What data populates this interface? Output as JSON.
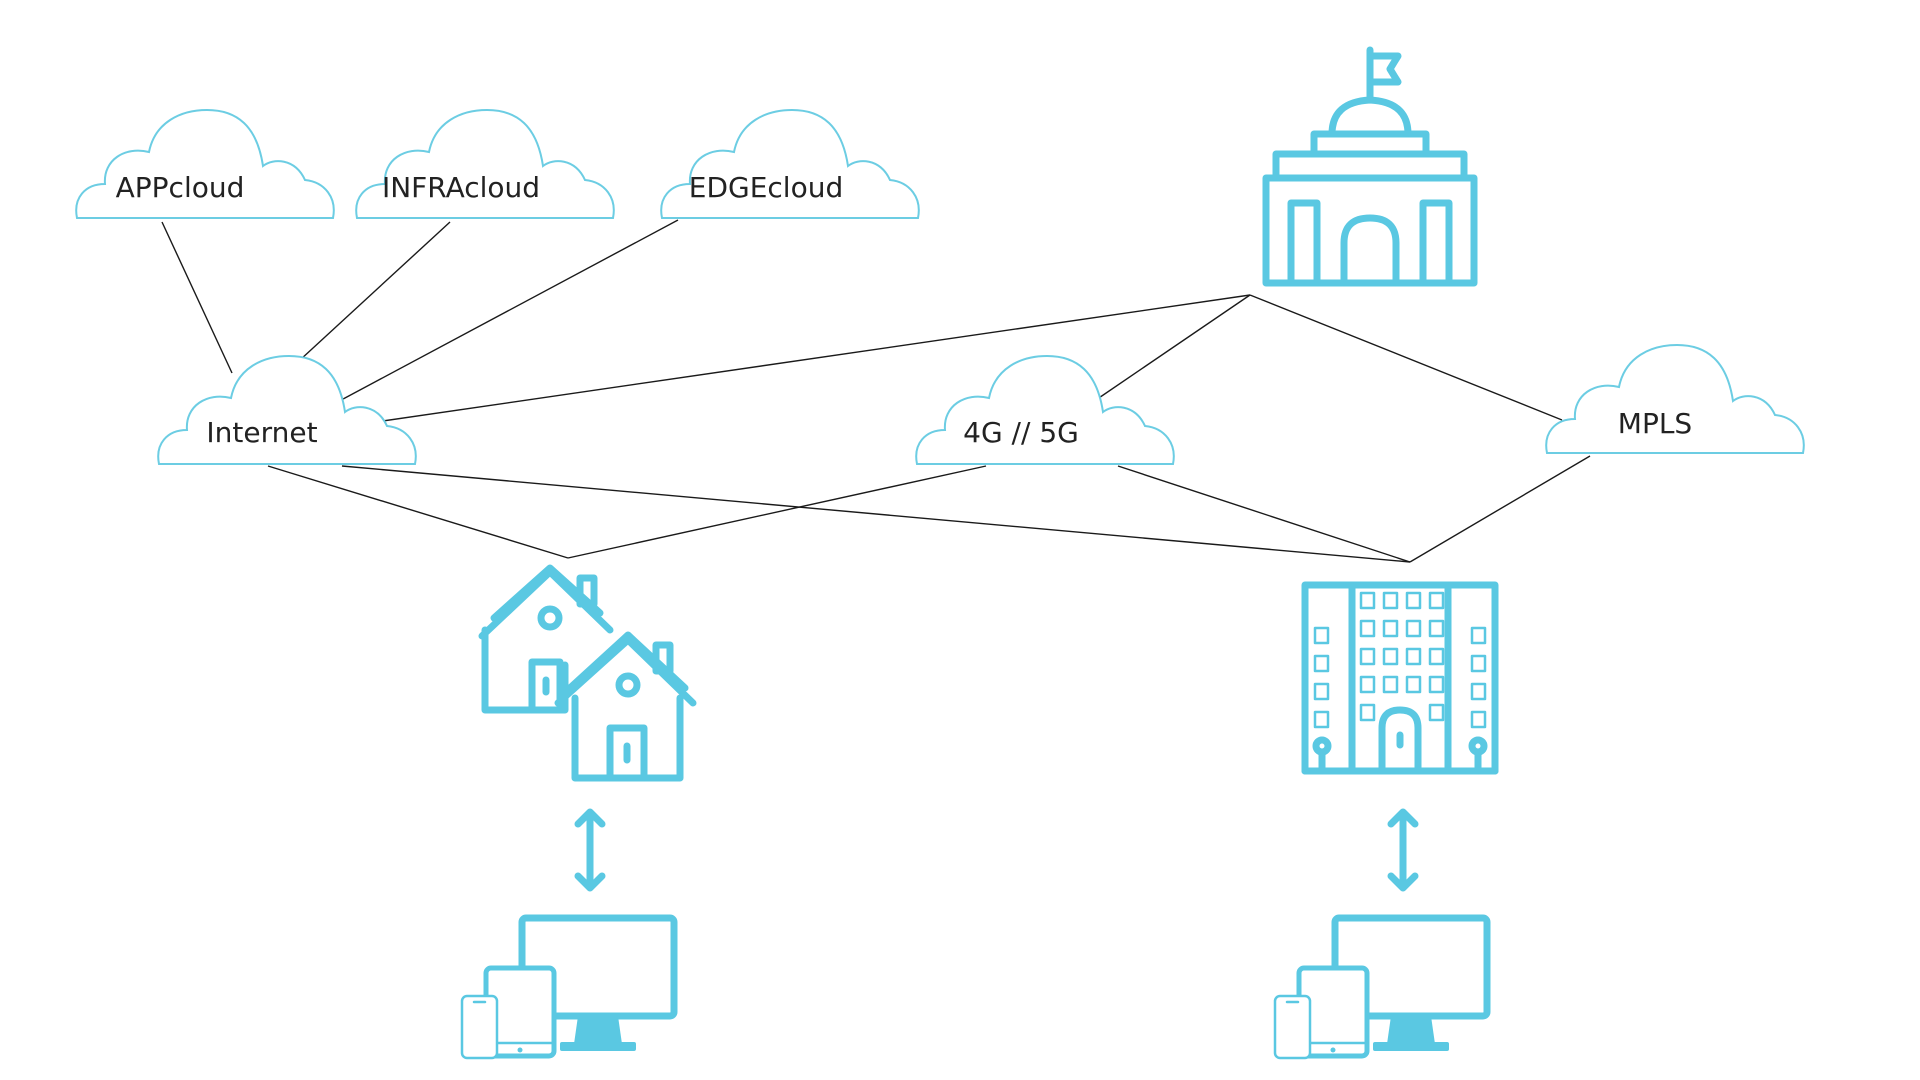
{
  "colors": {
    "accent": "#5ac8e2",
    "line": "#1a1a1a",
    "text": "#222222"
  },
  "clouds": {
    "appcloud": "APPcloud",
    "infracloud": "INFRAcloud",
    "edgecloud": "EDGEcloud",
    "internet": "Internet",
    "mobile": "4G // 5G",
    "mpls": "MPLS"
  },
  "icons": {
    "headquarters": "government-building-icon",
    "home": "houses-icon",
    "office": "office-tower-icon",
    "devices": "devices-icon",
    "arrow": "bidirectional-arrow-icon"
  }
}
